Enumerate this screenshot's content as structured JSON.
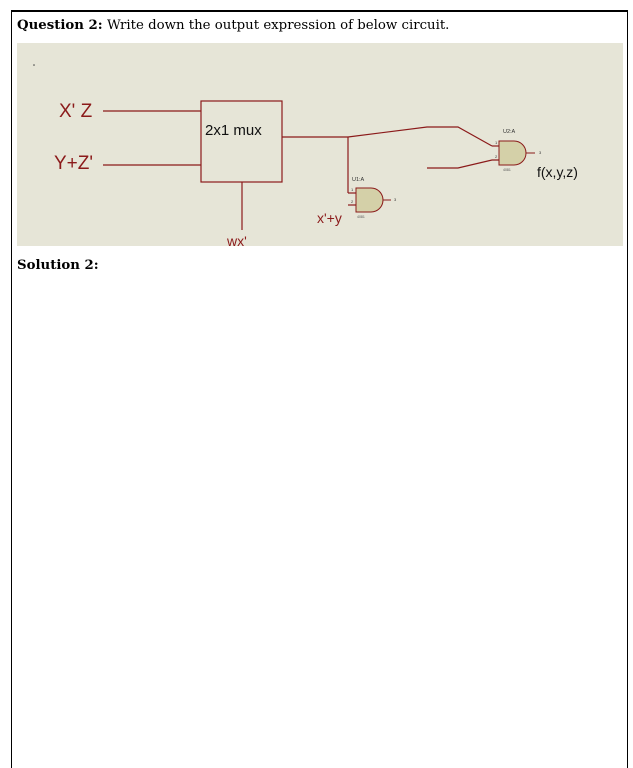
{
  "question": {
    "label": "Question 2:",
    "text": " Write down the output expression of below circuit."
  },
  "circuit": {
    "input_top": "X' Z",
    "input_bottom": "Y+Z'",
    "mux_label": "2x1 mux",
    "select_label": "wx'",
    "gate1_ref": "U1:A",
    "gate1_input_label": "x'+y",
    "gate2_ref": "U2:A",
    "output_label": "f(x,y,z)",
    "pin1": "1",
    "pin2": "2",
    "pin3": "3",
    "gate_part": "4081",
    "wire_color": "#8b1a1a",
    "panel_color": "#e6e5d7",
    "gate_fill": "#d4d0a8"
  },
  "solution": {
    "label": "Solution 2:"
  }
}
